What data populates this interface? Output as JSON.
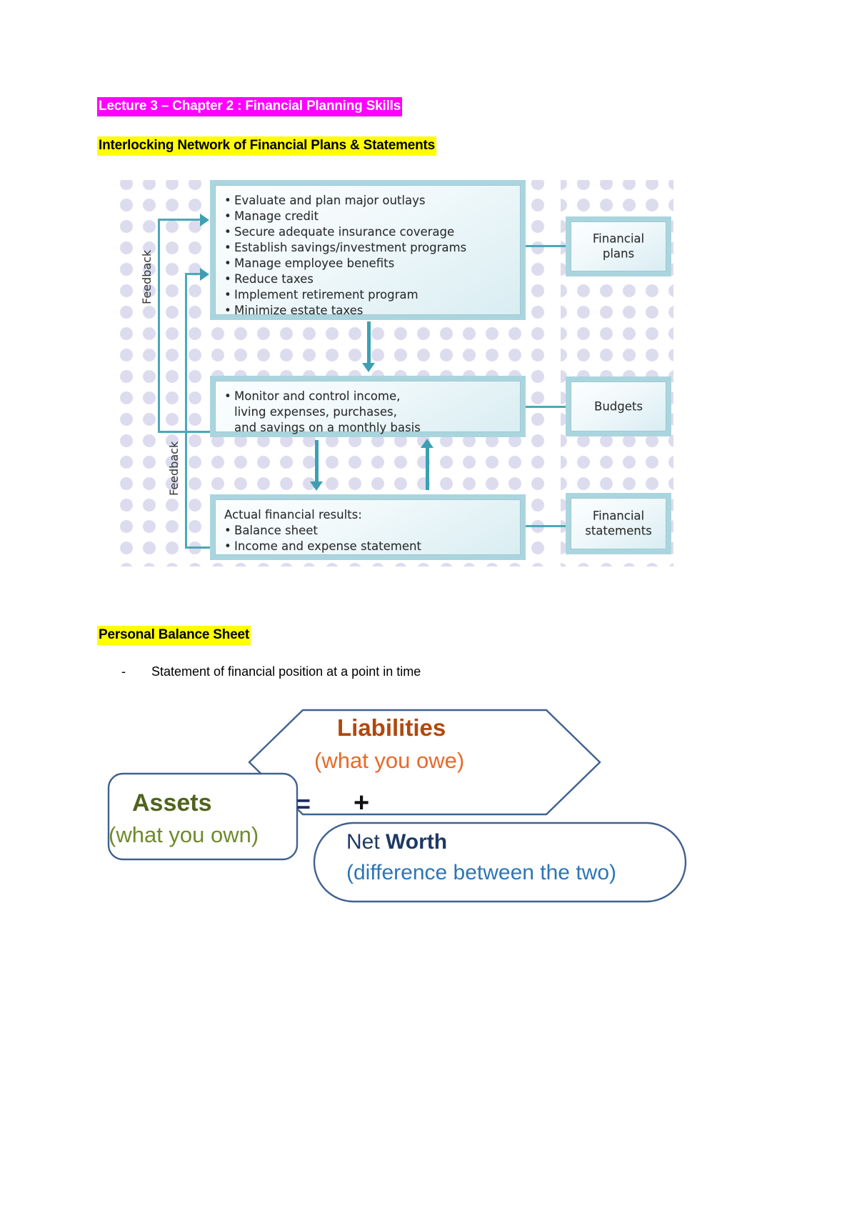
{
  "document": {
    "title_main": "Lecture 3 – Chapter 2 : Financial Planning Skills",
    "section1_heading": "Interlocking Network of Financial Plans & Statements",
    "section2_heading": "Personal Balance Sheet",
    "section2_bullet_dash": "-",
    "section2_bullet_text": "Statement of financial position at a point in time"
  },
  "figure_network": {
    "feedback_label_top": "Feedback",
    "feedback_label_bottom": "Feedback",
    "plans_box": {
      "items": [
        "Evaluate and plan major outlays",
        "Manage credit",
        "Secure adequate insurance coverage",
        "Establish savings/investment programs",
        "Manage employee benefits",
        "Reduce taxes",
        "Implement retirement program",
        "Minimize estate taxes"
      ]
    },
    "budget_box": {
      "line1": "Monitor and control income,",
      "line2": "living expenses, purchases,",
      "line3": "and savings on a monthly basis"
    },
    "results_box": {
      "title": "Actual financial results:",
      "items": [
        "Balance sheet",
        "Income and expense statement"
      ]
    },
    "labels": {
      "plans_line1": "Financial",
      "plans_line2": "plans",
      "budgets": "Budgets",
      "statements_line1": "Financial",
      "statements_line2": "statements"
    },
    "colors": {
      "box_border": "#abd5de",
      "arrow": "#3ca0b2",
      "dots": "#dcdcee"
    }
  },
  "figure_equation": {
    "assets_title": "Assets",
    "assets_sub": "(what you own)",
    "equals_sign": "=",
    "liabilities_title": "Liabilities",
    "liabilities_sub": "(what you owe)",
    "plus_sign": "+",
    "networth_prefix": "Net ",
    "networth_bold": "Worth",
    "networth_sub": "(difference between the two)",
    "colors": {
      "assets": "#51631d",
      "assets_sub": "#6f8a2c",
      "liabilities": "#b0480f",
      "liabilities_sub": "#e8692a",
      "networth": "#1f3864",
      "networth_sub": "#2e75b6",
      "outline": "#40618f",
      "equals": "#1f2d63",
      "plus": "#101010"
    }
  }
}
